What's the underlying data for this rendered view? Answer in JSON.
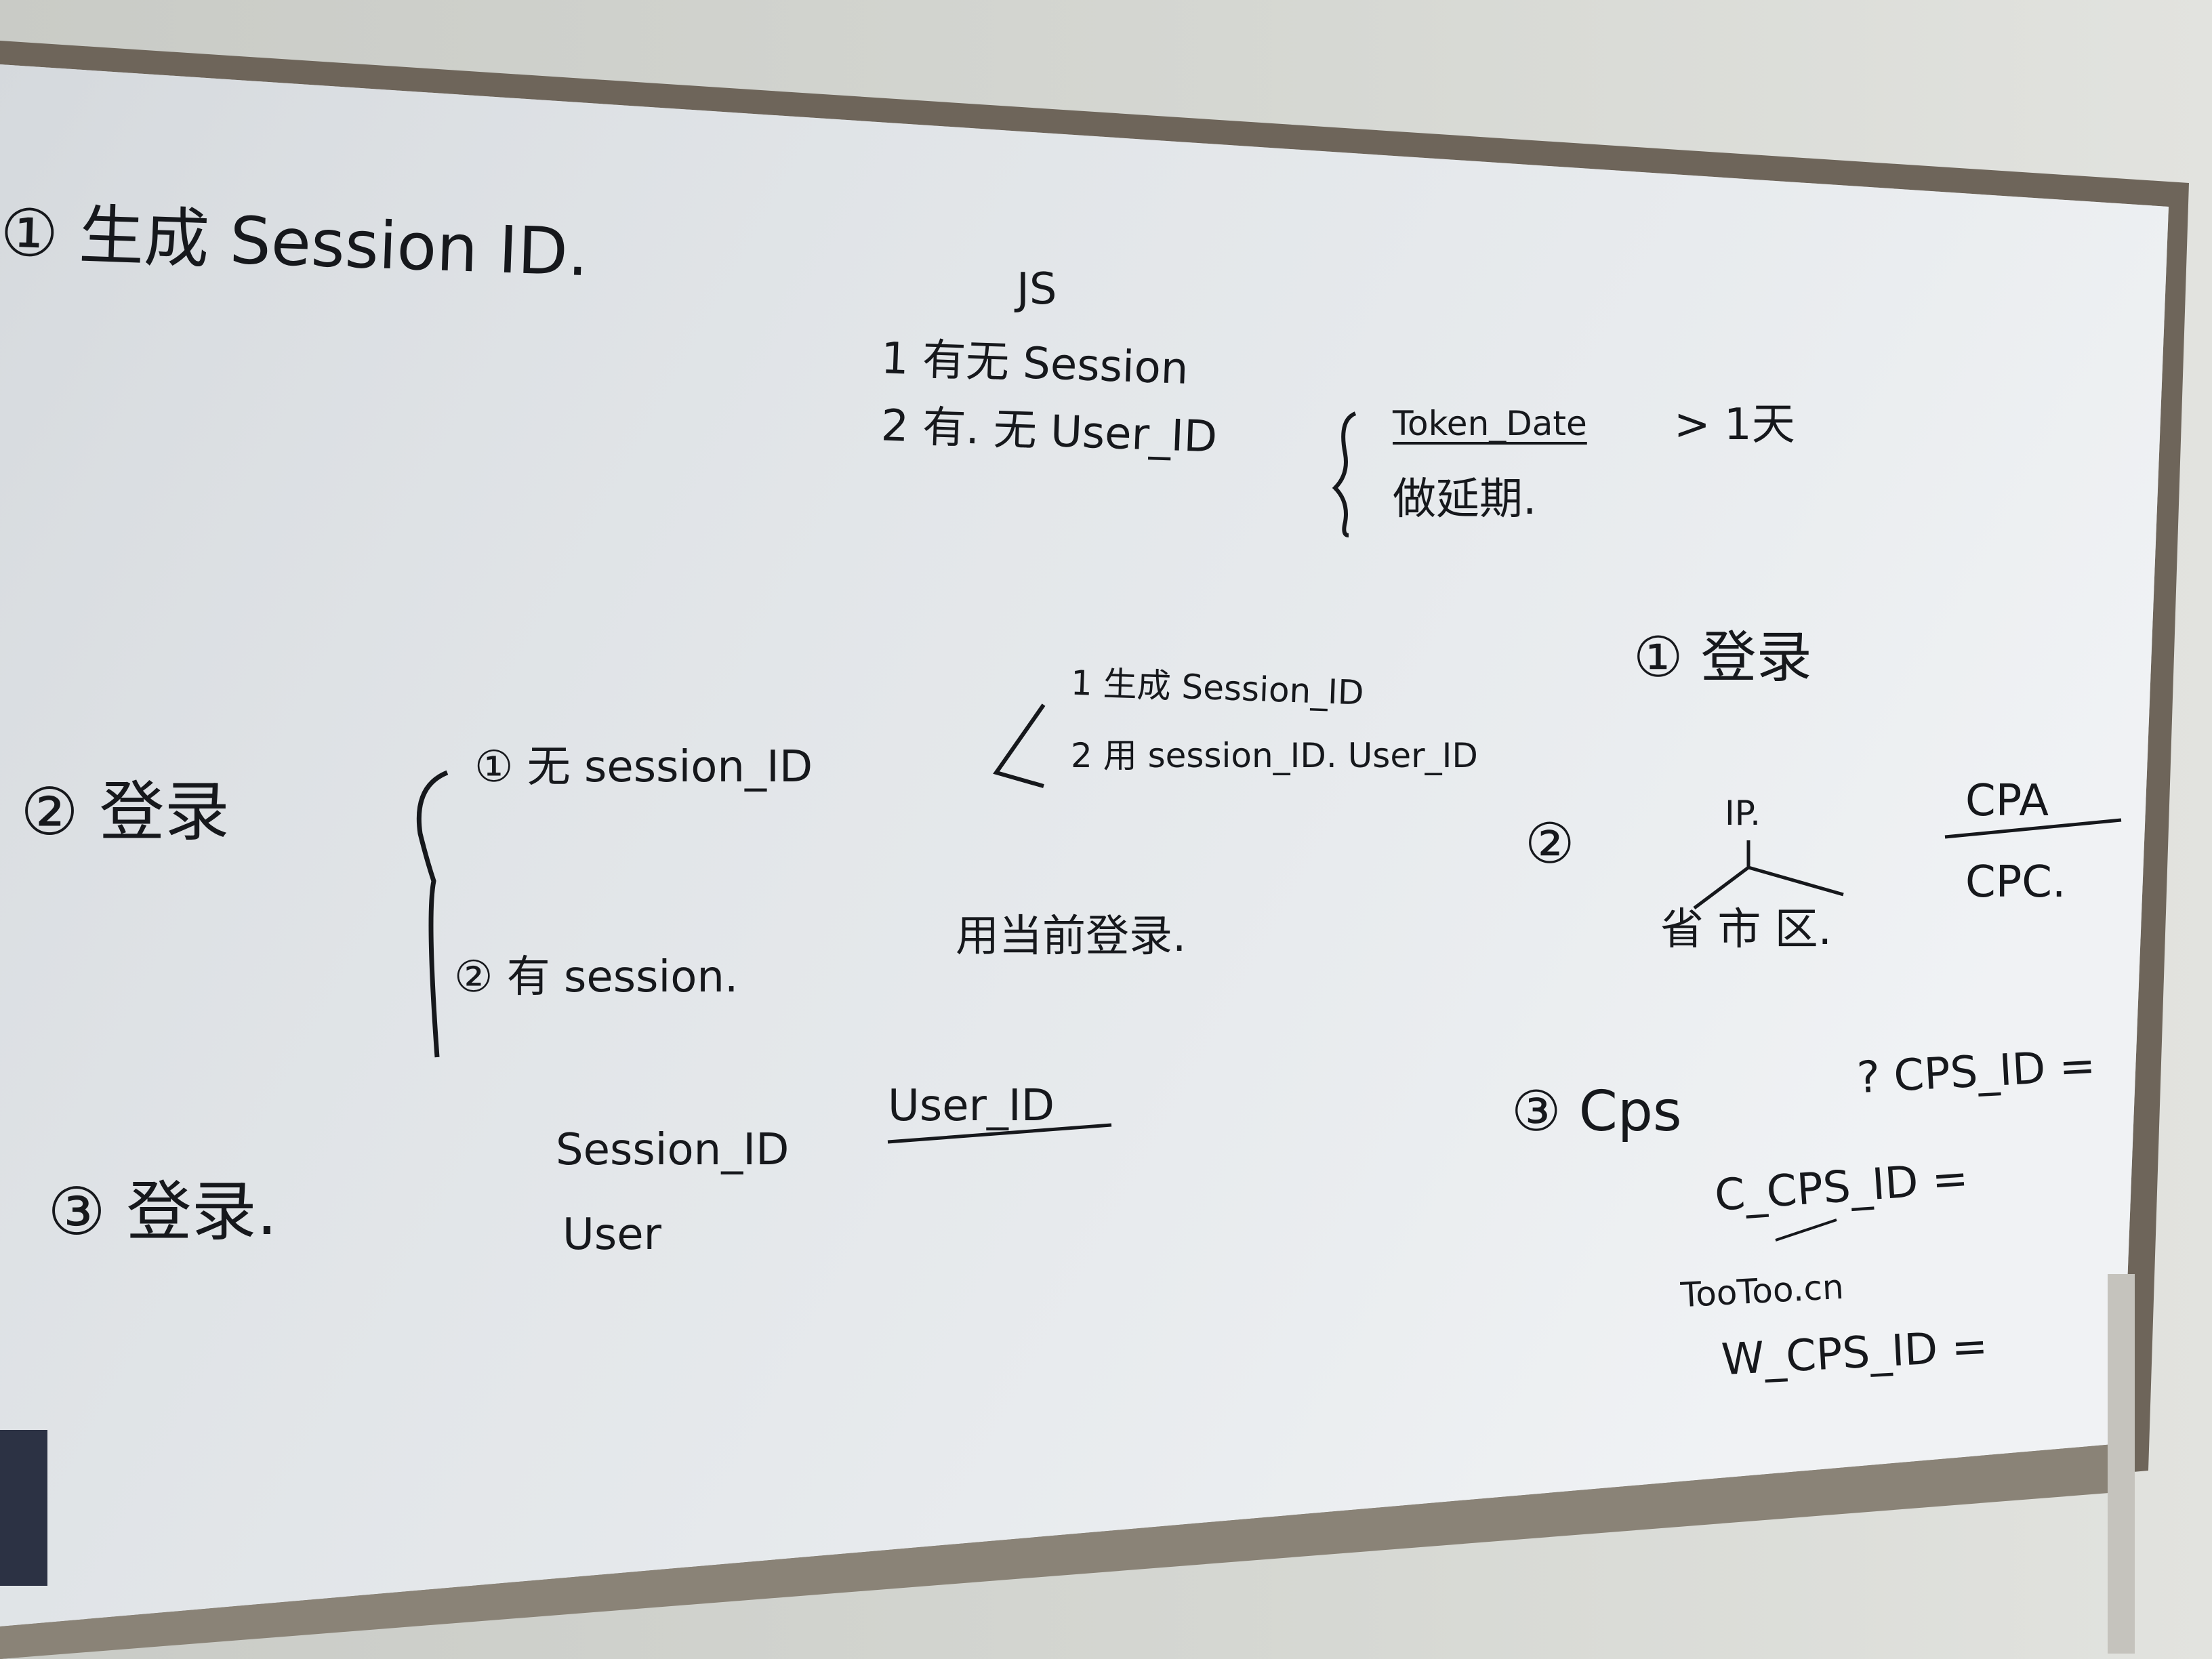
{
  "section1": {
    "heading": "① 生成 Session ID.",
    "js_label": "JS",
    "step1": "1 有无 Session",
    "step2": "2 有. 无 User_ID",
    "branch_token": "Token_Date",
    "branch_compare": "> 1天",
    "branch_extend": "做延期."
  },
  "section2": {
    "heading": "② 登录",
    "case1": "① 无 session_ID",
    "case1_sub1": "1 生成 Session_ID",
    "case1_sub2": "2 用 session_ID.  User_ID",
    "case2": "② 有 session.",
    "case2_action": "用当前登录."
  },
  "section3": {
    "heading": "③ 登录.",
    "col_session": "Session_ID",
    "col_user": "User_ID",
    "row_user": "User"
  },
  "right": {
    "item1": "① 登录",
    "item2_num": "②",
    "ip": "IP.",
    "region": "省 市 区.",
    "cpa": "CPA",
    "cpc": "CPC.",
    "item3": "③ Cps",
    "cps_query": "? CPS_ID =",
    "c_cps": "C_CPS_ID =",
    "domain": "TooToo.cn",
    "w_cps": "W_CPS_ID ="
  }
}
